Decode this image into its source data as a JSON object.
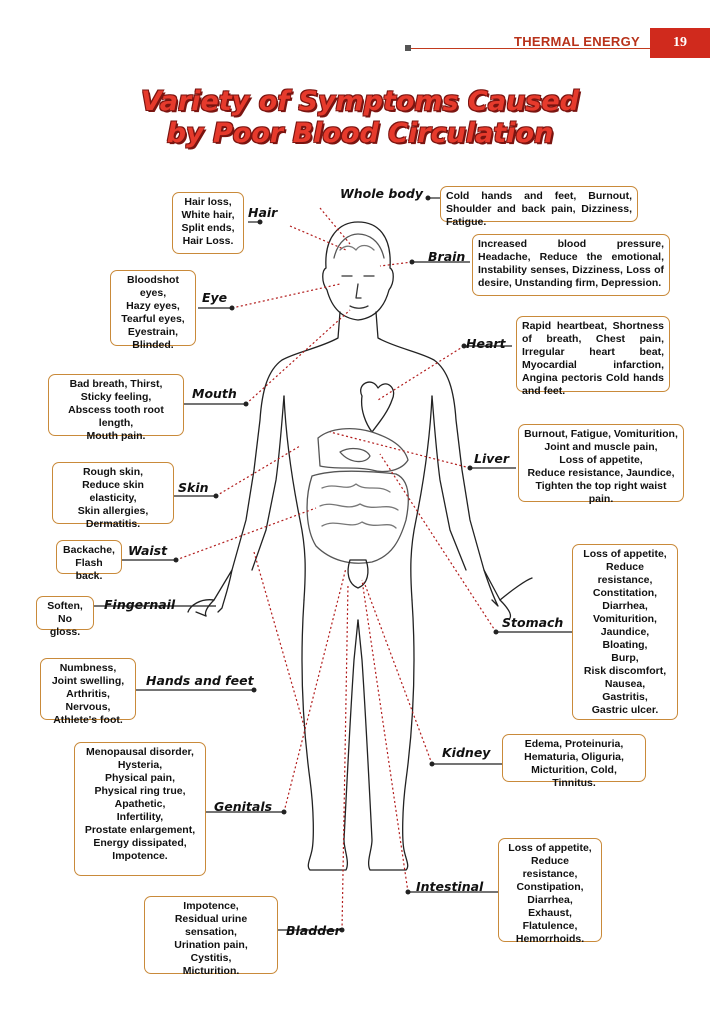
{
  "header": {
    "section": "THERMAL ENERGY",
    "page_number": "19"
  },
  "title": {
    "line1": "Variety of Symptoms Caused",
    "line2": "by Poor Blood Circulation"
  },
  "parts": {
    "whole_body": {
      "label": "Whole body",
      "symptoms": "Cold hands and feet, Burnout, Shoulder and back pain, Dizziness, Fatigue."
    },
    "hair": {
      "label": "Hair",
      "symptoms": [
        "Hair loss,",
        "White hair,",
        "Split ends,",
        "Hair Loss."
      ]
    },
    "brain": {
      "label": "Brain",
      "symptoms": "Increased blood pressure, Headache, Reduce the emotional, Instability senses, Dizziness, Loss of desire, Unstanding firm, Depression."
    },
    "eye": {
      "label": "Eye",
      "symptoms": [
        "Bloodshot eyes,",
        "Hazy eyes,",
        "Tearful eyes,",
        "Eyestrain,",
        "Blinded."
      ]
    },
    "heart": {
      "label": "Heart",
      "symptoms": "Rapid heartbeat, Shortness of breath, Chest pain, Irregular heart beat, Myocardial infarction, Angina pectoris Cold hands and feet."
    },
    "mouth": {
      "label": "Mouth",
      "symptoms": [
        "Bad breath, Thirst,",
        "Sticky feeling,",
        "Abscess tooth root length,",
        "Mouth pain."
      ]
    },
    "liver": {
      "label": "Liver",
      "symptoms": [
        "Burnout, Fatigue, Vomiturition,",
        "Joint and muscle pain,",
        "Loss of appetite,",
        "Reduce resistance, Jaundice,",
        "Tighten the top right waist pain."
      ]
    },
    "skin": {
      "label": "Skin",
      "symptoms": [
        "Rough skin,",
        "Reduce skin elasticity,",
        "Skin allergies,",
        "Dermatitis."
      ]
    },
    "waist": {
      "label": "Waist",
      "symptoms": [
        "Backache,",
        "Flash back."
      ]
    },
    "stomach": {
      "label": "Stomach",
      "symptoms": [
        "Loss of appetite,",
        "Reduce resistance,",
        "Constitation,",
        "Diarrhea,",
        "Vomiturition,",
        "Jaundice,",
        "Bloating,",
        "Burp,",
        "Risk discomfort,",
        "Nausea,",
        "Gastritis,",
        "Gastric ulcer."
      ]
    },
    "fingernail": {
      "label": "Fingernail",
      "symptoms": [
        "Soften,",
        "No gloss."
      ]
    },
    "hands_feet": {
      "label": "Hands and feet",
      "symptoms": [
        "Numbness,",
        "Joint swelling,",
        "Arthritis, Nervous,",
        "Athlete's foot."
      ]
    },
    "kidney": {
      "label": "Kidney",
      "symptoms": [
        "Edema, Proteinuria,",
        "Hematuria, Oliguria,",
        "Micturition, Cold, Tinnitus."
      ]
    },
    "genitals": {
      "label": "Genitals",
      "symptoms": [
        "Menopausal disorder,",
        "Hysteria,",
        "Physical pain,",
        "Physical ring true,",
        "Apathetic,",
        "Infertility,",
        "Prostate enlargement,",
        "Energy dissipated,",
        "Impotence."
      ]
    },
    "intestinal": {
      "label": "Intestinal",
      "symptoms": [
        "Loss of appetite,",
        "Reduce resistance,",
        "Constipation,",
        "Diarrhea,",
        "Exhaust,",
        "Flatulence,",
        "Hemorrhoids."
      ]
    },
    "bladder": {
      "label": "Bladder",
      "symptoms": [
        "Impotence,",
        "Residual urine sensation,",
        "Urination pain,",
        "Cystitis,",
        "Micturition."
      ]
    }
  }
}
